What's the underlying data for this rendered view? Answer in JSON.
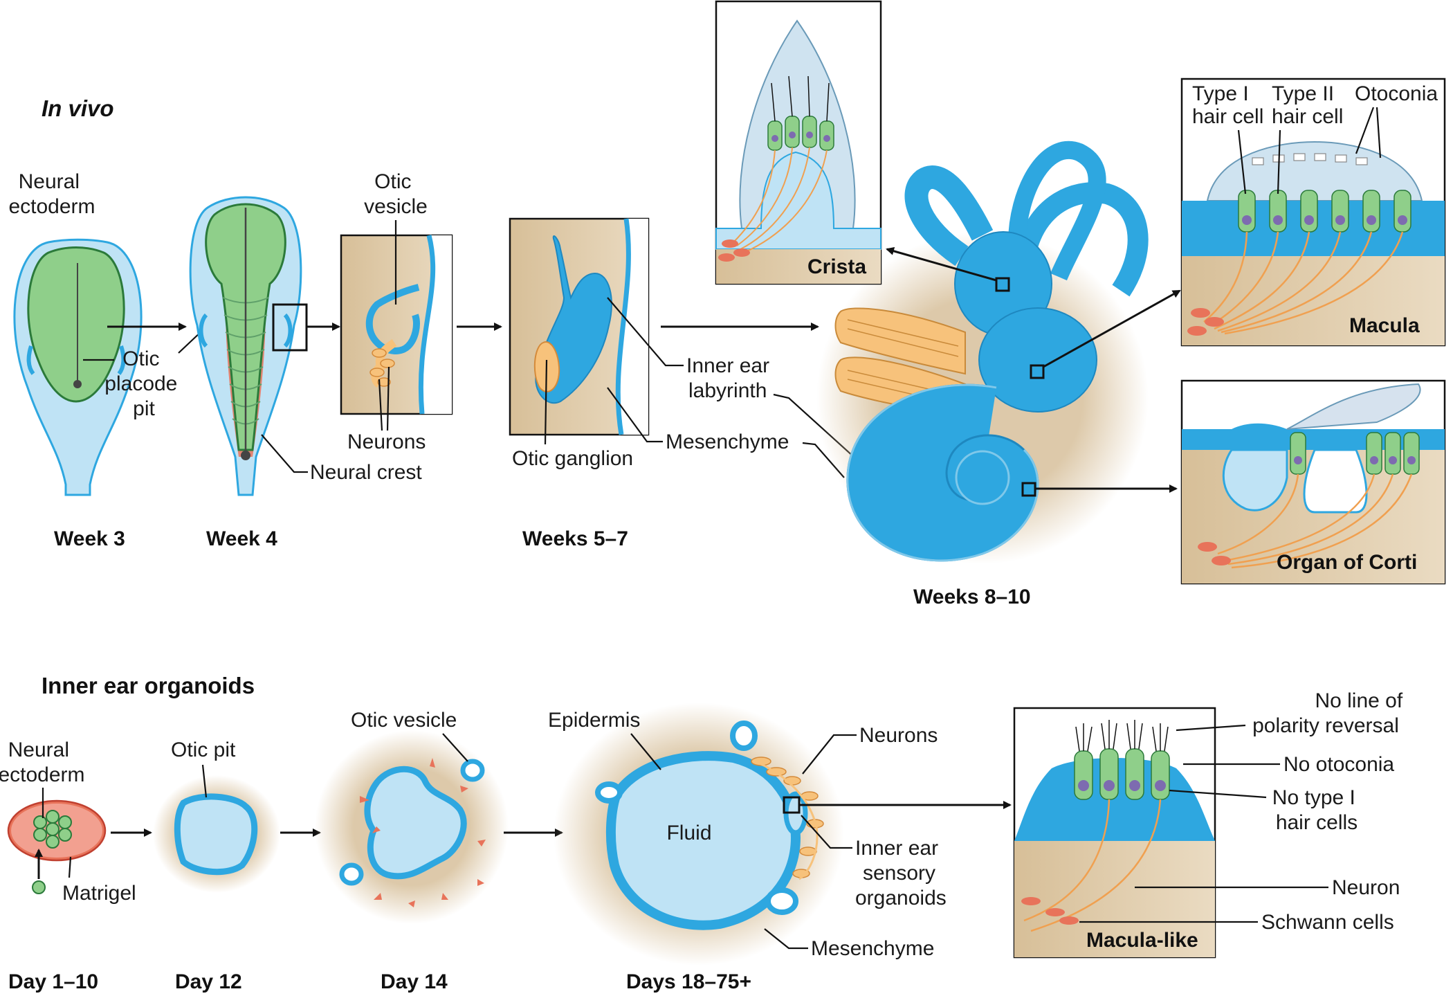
{
  "colors": {
    "tissue_blue": "#2ea7e0",
    "light_blue": "#bfe3f5",
    "green": "#8fcf8a",
    "mesenchyme_tan": "#d9c3a0",
    "neural_crest_red": "#e8735a",
    "ganglion_orange": "#f7c27b",
    "lining": "#111111"
  },
  "sections": {
    "in_vivo": "In vivo",
    "organoids": "Inner ear organoids"
  },
  "stages_top": {
    "week3": "Week 3",
    "week4": "Week 4",
    "weeks5_7": "Weeks 5–7",
    "weeks8_10": "Weeks 8–10"
  },
  "stages_bottom": {
    "day1_10": "Day 1–10",
    "day12": "Day 12",
    "day14": "Day 14",
    "days18_75": "Days 18–75+"
  },
  "labels_top": {
    "neural_ectoderm": [
      "Neural",
      "ectoderm"
    ],
    "otic_placode_pit": [
      "Otic",
      "placode",
      "pit"
    ],
    "neural_crest": "Neural crest",
    "otic_vesicle": [
      "Otic",
      "vesicle"
    ],
    "neurons": "Neurons",
    "otic_ganglion": "Otic ganglion",
    "inner_ear_labyrinth": [
      "Inner ear",
      "labyrinth"
    ],
    "mesenchyme": "Mesenchyme",
    "type1": [
      "Type I",
      "hair cell"
    ],
    "type2": [
      "Type II",
      "hair cell"
    ],
    "otoconia": "Otoconia"
  },
  "panels": {
    "crista": "Crista",
    "macula": "Macula",
    "corti": "Organ of Corti",
    "macula_like": "Macula-like"
  },
  "labels_bottom": {
    "neural_ectoderm": [
      "Neural",
      "ectoderm"
    ],
    "matrigel": "Matrigel",
    "otic_pit": "Otic pit",
    "otic_vesicle": "Otic vesicle",
    "epidermis": "Epidermis",
    "fluid": "Fluid",
    "neurons": "Neurons",
    "sensory_organoids": [
      "Inner ear",
      "sensory",
      "organoids"
    ],
    "mesenchyme": "Mesenchyme",
    "no_polarity": [
      "No line of",
      "polarity reversal"
    ],
    "no_otoconia": "No otoconia",
    "no_type1": [
      "No type I",
      "hair cells"
    ],
    "neuron": "Neuron",
    "schwann": "Schwann cells"
  }
}
